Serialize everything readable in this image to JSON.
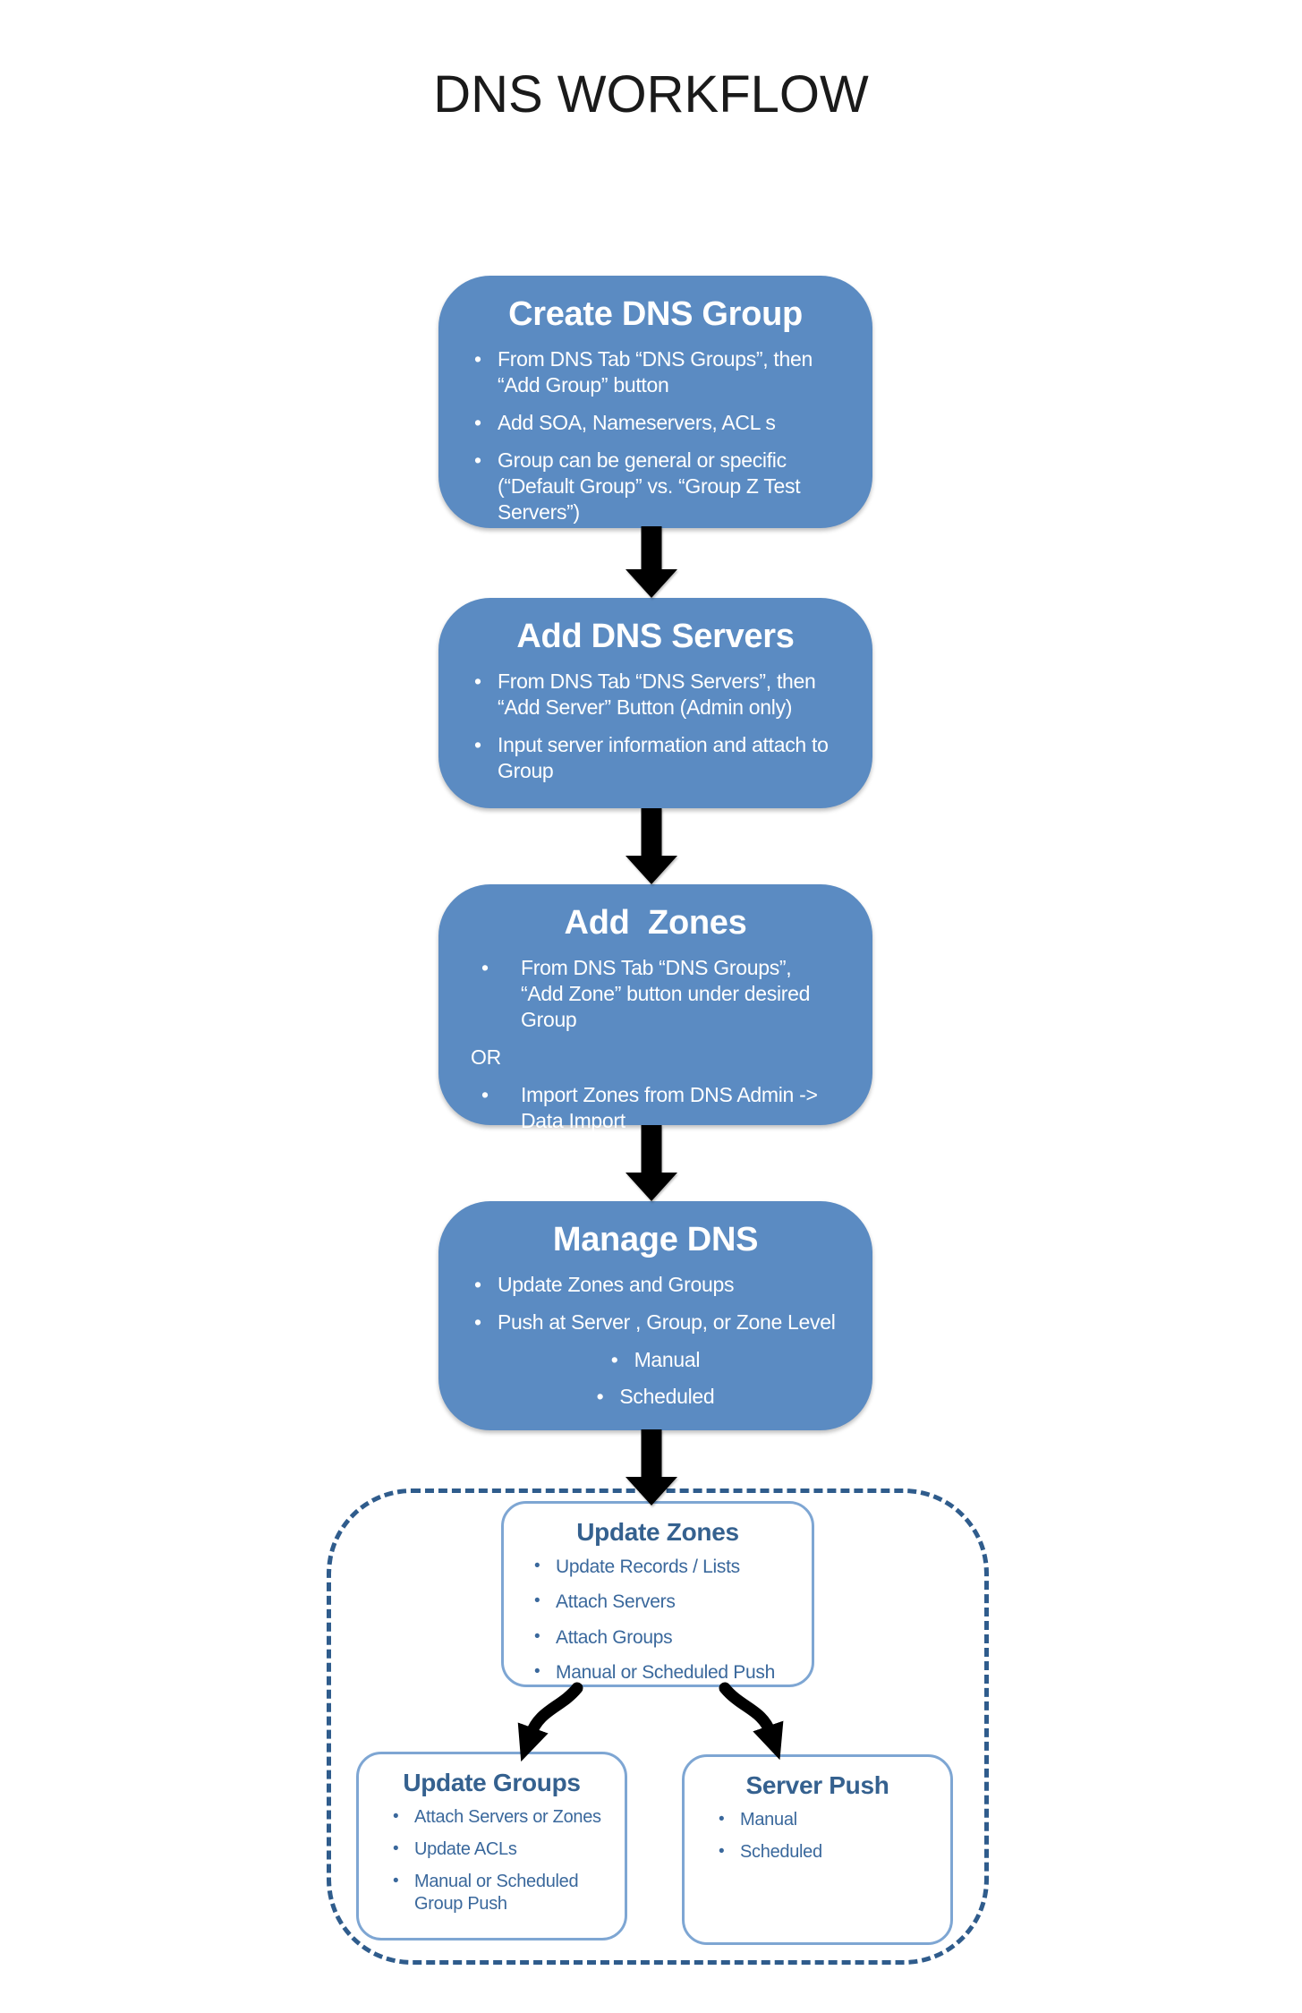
{
  "title": "DNS WORKFLOW",
  "colors": {
    "title_color": "#1A1A1A",
    "box_fill": "#5B8BC2",
    "box_text": "#FFFFFF",
    "outline_border": "#7EA6D3",
    "outline_title": "#35618F",
    "outline_text": "#3A689C",
    "dashed_border": "#2F5C8C",
    "arrow": "#000000"
  },
  "flow": {
    "create_group": {
      "title": "Create DNS Group",
      "bullets": [
        "From DNS Tab “DNS Groups”, then “Add Group” button",
        "Add SOA, Nameservers, ACL s",
        "Group can be general or specific (“Default Group” vs. “Group Z Test Servers”)"
      ]
    },
    "add_servers": {
      "title": "Add DNS Servers",
      "bullets": [
        "From DNS Tab “DNS Servers”, then “Add Server” Button (Admin only)",
        "Input server information and attach to Group"
      ]
    },
    "add_zones": {
      "title": "Add  Zones",
      "items": [
        {
          "text": "From DNS Tab “DNS Groups”, “Add Zone” button under desired Group",
          "bullet": true
        },
        {
          "text": "OR",
          "bullet": false
        },
        {
          "text": "Import Zones from DNS Admin -> Data Import",
          "bullet": true
        }
      ]
    },
    "manage_dns": {
      "title": "Manage DNS",
      "bullets": [
        "Update Zones and Groups",
        "Push at Server , Group, or Zone Level"
      ],
      "sub_bullets": [
        "Manual",
        "Scheduled"
      ]
    }
  },
  "detail": {
    "update_zones": {
      "title": "Update Zones",
      "bullets": [
        "Update Records / Lists",
        "Attach Servers",
        "Attach Groups",
        "Manual or Scheduled Push"
      ]
    },
    "update_groups": {
      "title": "Update Groups",
      "bullets": [
        "Attach Servers or Zones",
        "Update ACLs",
        "Manual or Scheduled Group Push"
      ]
    },
    "server_push": {
      "title": "Server Push",
      "bullets": [
        "Manual",
        "Scheduled"
      ]
    }
  }
}
